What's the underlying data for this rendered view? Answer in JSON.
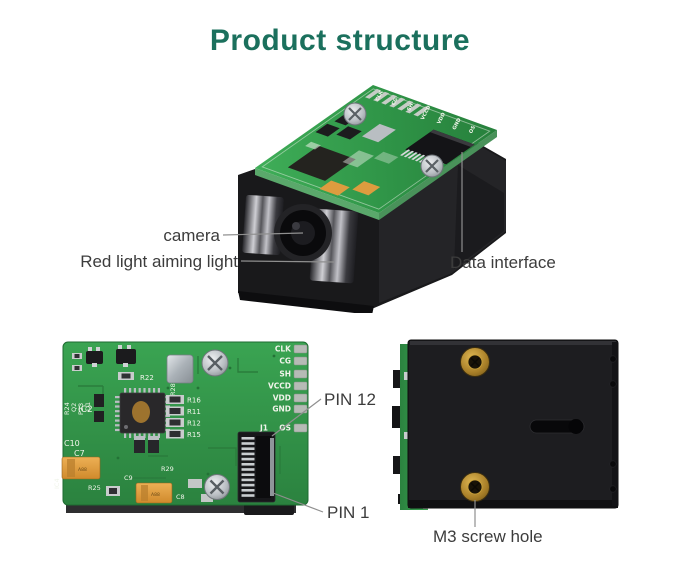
{
  "title": {
    "text": "Product structure"
  },
  "callouts": {
    "camera": "camera",
    "aiming_light": "Red light aiming light",
    "data_interface": "Data interface",
    "pin12": "PIN 12",
    "pin1": "PIN 1",
    "m3_screw_hole": "M3 screw hole"
  },
  "board": {
    "edge_pins": [
      "CLK",
      "CG",
      "SH",
      "VCCD",
      "VDD",
      "GND",
      "OS"
    ],
    "refs": {
      "j1": "J1",
      "ic2": "IC2",
      "ic4": "IC4",
      "r22": "R22",
      "r28": "R28",
      "r16": "R16",
      "r11": "R11",
      "r12": "R12",
      "r15": "R15",
      "r24": "R24",
      "q2": "Q2",
      "p23": "P23",
      "d1": "D1",
      "c10": "C10",
      "c7": "C7",
      "c9": "C9",
      "c8": "C8",
      "r25": "R25",
      "r29": "R29"
    },
    "cap_marking": "A88"
  },
  "theme": {
    "background": "#ffffff",
    "title_color": "#1b705d",
    "label_color": "#3c3c3c",
    "leader_line_color": "#8f8f8f",
    "pcb_green": "#35a04c",
    "pcb_green_dark": "#2b823f",
    "body_black": "#1b1b1d",
    "screw_silver": "#c9cdd0",
    "screw_hole_gold": "#b08428",
    "capacitor_orange": "#e0a03f",
    "silkscreen_white": "#f0f4ea"
  }
}
